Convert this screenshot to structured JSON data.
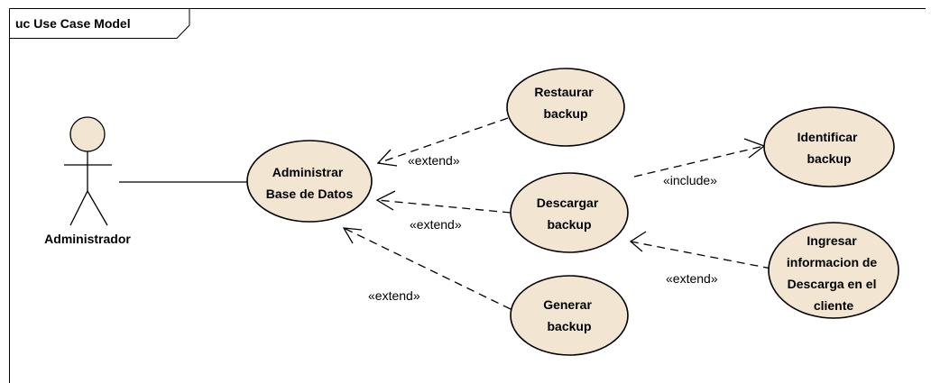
{
  "frame": {
    "title": "uc Use Case Model"
  },
  "actor": {
    "name": "Administrador"
  },
  "use_cases": {
    "administrar": [
      "Administrar",
      "Base de Datos"
    ],
    "restaurar": [
      "Restaurar",
      "backup"
    ],
    "descargar": [
      "Descargar",
      "backup"
    ],
    "generar": [
      "Generar",
      "backup"
    ],
    "identificar": [
      "Identificar",
      "backup"
    ],
    "ingresar": [
      "Ingresar",
      "informacion de",
      "Descarga en el",
      "cliente"
    ]
  },
  "relations": {
    "restaurar_extends_administrar": "«extend»",
    "descargar_extends_administrar": "«extend»",
    "generar_extends_administrar": "«extend»",
    "descargar_includes_identificar": "«include»",
    "ingresar_extends_descargar": "«extend»"
  },
  "colors": {
    "use_case_fill": "#f2e6d2",
    "actor_head_fill": "#f2e6d2",
    "line": "#000000",
    "background": "#ffffff"
  }
}
